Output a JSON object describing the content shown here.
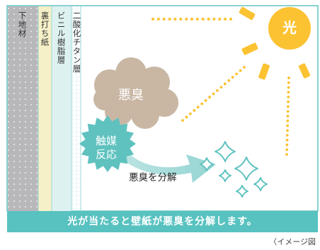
{
  "layers": [
    {
      "label": "下地材",
      "color": "#b8b8ba"
    },
    {
      "label": "裏打ち紙",
      "color": "#f6f0c8"
    },
    {
      "label": "ビニル樹脂層",
      "color": "#def1f1"
    },
    {
      "label": "二酸化チタン層",
      "color": "#ffffff"
    }
  ],
  "sun_label": "光",
  "cloud_label": "悪臭",
  "reaction_label": "触媒\n反応",
  "reaction_line1": "触媒",
  "reaction_line2": "反応",
  "decompose_label": "悪臭を分解",
  "caption": "光が当たると壁紙が悪臭を分解します。",
  "note": "〈イメージ図",
  "colors": {
    "teal": "#58c2c0",
    "sun": "#fbc232",
    "cloud": "#c9b7a4",
    "frame": "#61c3c1"
  }
}
